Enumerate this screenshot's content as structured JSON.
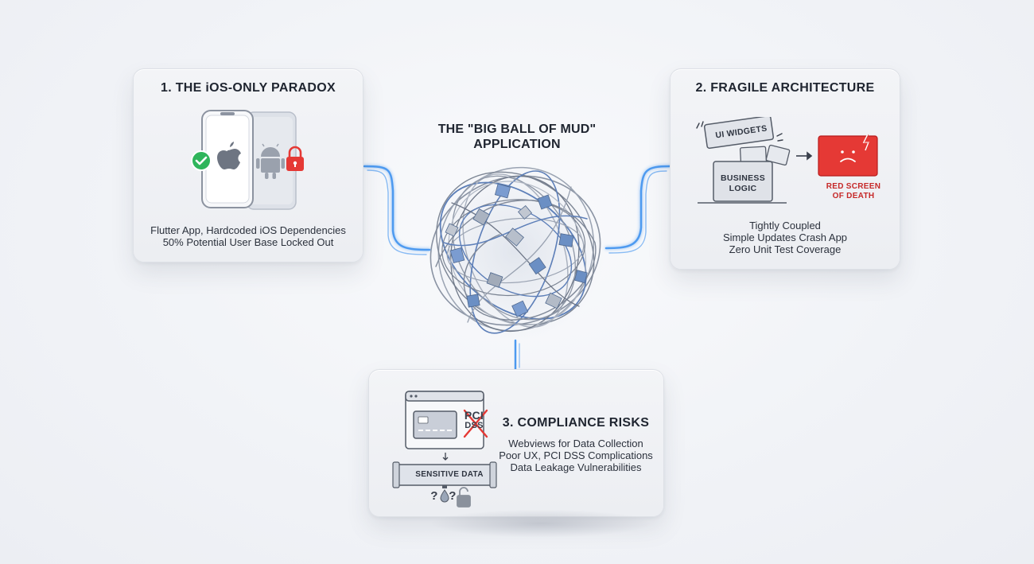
{
  "center": {
    "title_line1": "THE \"BIG BALL OF MUD\"",
    "title_line2": "APPLICATION"
  },
  "panel1": {
    "title": "1. THE iOS-ONLY PARADOX",
    "lines": [
      "Flutter App, Hardcoded iOS Dependencies",
      "50% Potential User Base Locked Out"
    ],
    "icons": [
      "smartphone-icon",
      "apple-logo-icon",
      "check-icon",
      "android-icon",
      "lock-icon"
    ]
  },
  "panel2": {
    "title": "2. FRAGILE ARCHITECTURE",
    "ui_widgets_label": "UI WIDGETS",
    "business_logic_line1": "BUSINESS",
    "business_logic_line2": "LOGIC",
    "red_screen_line1": "RED SCREEN",
    "red_screen_line2": "OF DEATH",
    "lines": [
      "Tightly Coupled",
      "Simple Updates Crash App",
      "Zero Unit Test Coverage"
    ],
    "accent": "#e53935"
  },
  "panel3": {
    "title": "3. COMPLIANCE RISKS",
    "pci_line1": "PCI",
    "pci_line2": "DSS",
    "pipe_label": "SENSITIVE DATA",
    "question_left": "?",
    "question_right": "?",
    "lines": [
      "Webviews for Data Collection",
      "Poor UX, PCI DSS Complications",
      "Data Leakage Vulnerabilities"
    ]
  },
  "colors": {
    "connector": "#4d9af0",
    "check": "#2fb55b",
    "lock": "#e53935",
    "cube": "#6b8fc4"
  }
}
